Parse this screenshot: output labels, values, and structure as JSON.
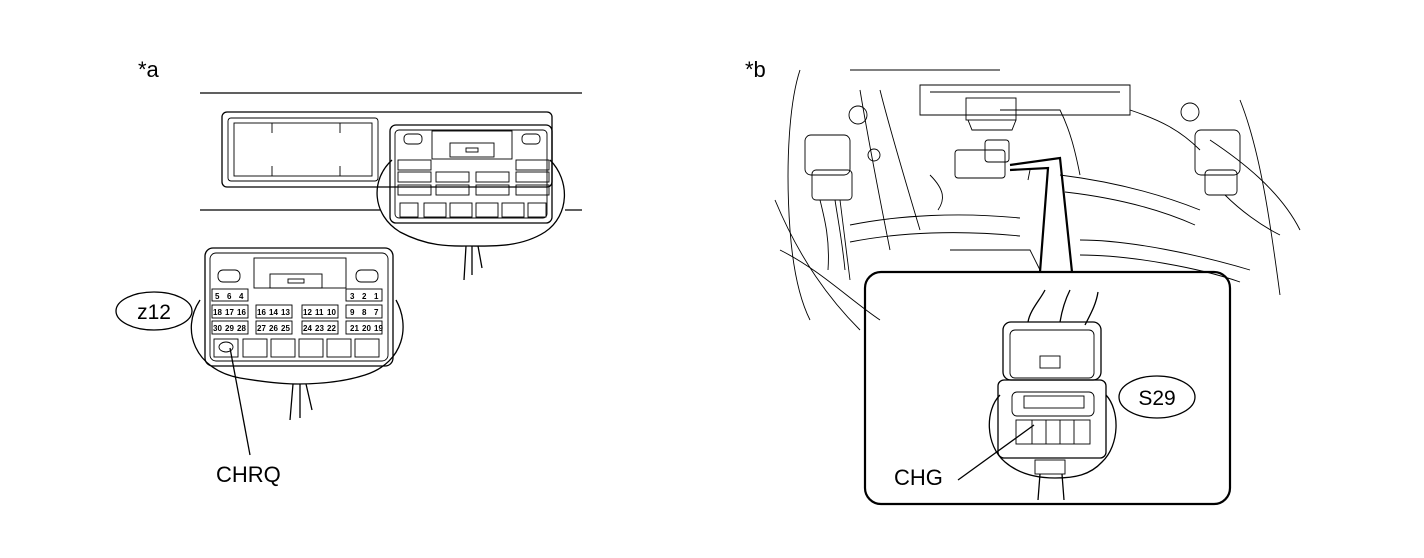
{
  "panel_a": {
    "tag": "*a",
    "connector_code": "z12",
    "terminal_label": "CHRQ",
    "pin_rows": {
      "row1": [
        "5",
        "6",
        "4",
        "3",
        "2",
        "1"
      ],
      "row2": [
        "18",
        "17",
        "16",
        "16",
        "14",
        "13",
        "12",
        "11",
        "10",
        "9",
        "8",
        "7"
      ],
      "row3": [
        "30",
        "29",
        "28",
        "27",
        "26",
        "25",
        "24",
        "23",
        "22",
        "21",
        "20",
        "19"
      ]
    }
  },
  "panel_b": {
    "tag": "*b",
    "connector_code": "S29",
    "terminal_label": "CHG"
  }
}
